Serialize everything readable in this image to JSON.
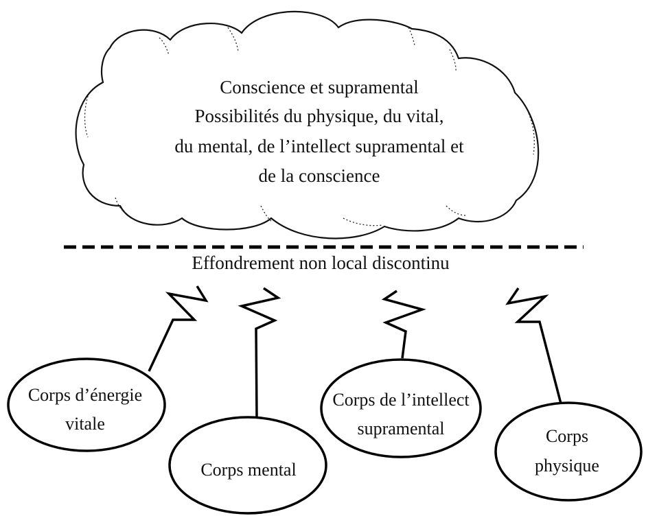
{
  "cloud": {
    "lines": [
      "Conscience et supramental",
      "Possibilités du physique, du vital,",
      "du mental, de l’intellect supramental et",
      "de la conscience"
    ]
  },
  "divider": {
    "label": "Effondrement non local discontinu"
  },
  "nodes": [
    {
      "lines": [
        "Corps d’énergie",
        "vitale"
      ]
    },
    {
      "lines": [
        "Corps mental"
      ]
    },
    {
      "lines": [
        "Corps de l’intellect",
        "supramental"
      ]
    },
    {
      "lines": [
        "Corps",
        "physique"
      ]
    }
  ]
}
